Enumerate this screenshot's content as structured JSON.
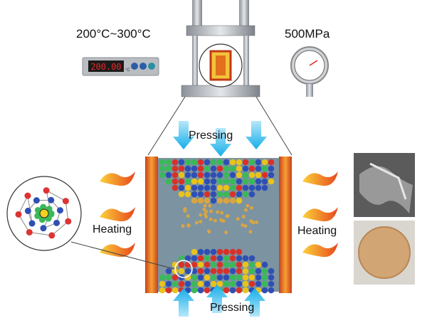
{
  "temperature_range": "200°C~300°C",
  "controller": {
    "display": "200.00",
    "unit": "°C"
  },
  "pressure": "500MPa",
  "pressing_top": "Pressing",
  "pressing_bottom": "Pressing",
  "heating_left": "Heating",
  "heating_right": "Heating",
  "colors": {
    "arrow": "#19b4ee",
    "plate": "#e8641c",
    "flame": "#f39b1a",
    "particle_red": "#d8312a",
    "particle_blue": "#2f4fb5",
    "particle_green": "#3bb85a",
    "particle_yellow": "#e9c31b",
    "liquid": "#d8a545"
  }
}
